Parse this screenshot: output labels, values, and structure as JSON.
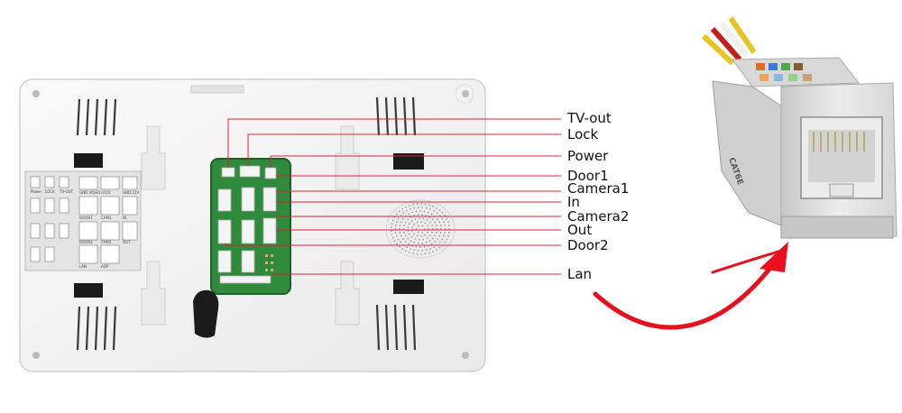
{
  "labels": [
    "TV-out",
    "Lock",
    "Power",
    "Door1",
    "Camera1",
    "In",
    "Camera2",
    "Out",
    "Door2",
    "Lan"
  ],
  "jack_marking": "CAT6E",
  "colors": {
    "leader_line": "#e0243a",
    "arrow": "#e8101c",
    "pcb": "#2f8a3c",
    "housing": "#f2f2f2",
    "jack_body": "#dcdcdc"
  },
  "back_label_text": [
    "Power",
    "LOCK",
    "TV-OUT",
    "GND VIDEO",
    "LOCK",
    "GND 12V",
    "DOOR1",
    "CAM1",
    "IN",
    "DOOR2",
    "CAM2",
    "OUT",
    "LAN",
    "ADP"
  ]
}
